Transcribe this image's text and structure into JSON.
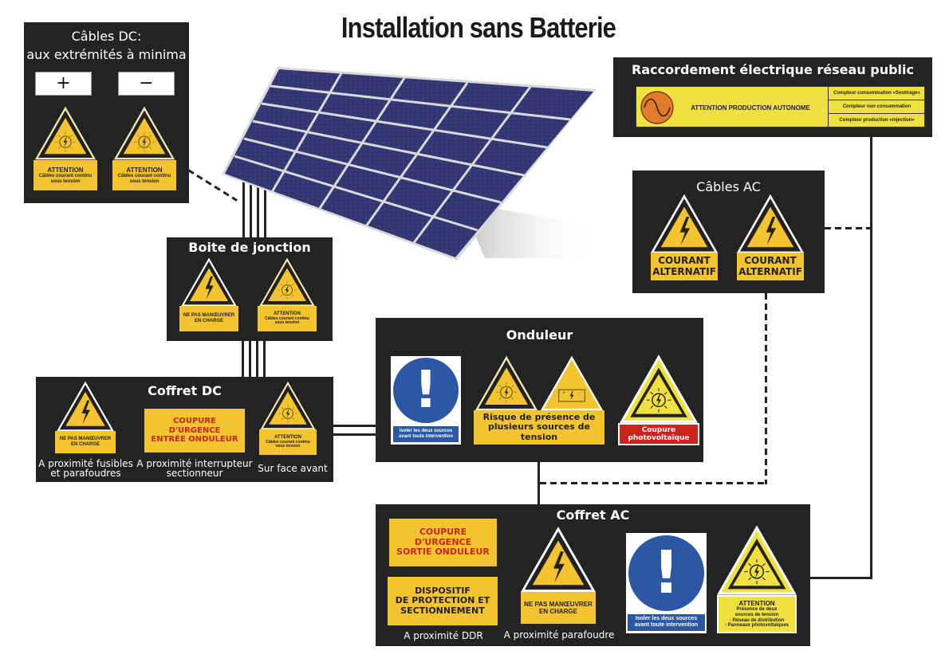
{
  "title": "Installation sans Batterie",
  "colors": {
    "box_background": "#232323",
    "sign_yellow": "#f4c430",
    "meter_yellow": "#f0e041",
    "mandatory_blue": "#2c57a5",
    "alert_red": "#c8261c",
    "solar_panel_blue": "#3a3f7a"
  },
  "solar_panel": {
    "icon": "solar-panel-image",
    "columns": 5,
    "rows": 6
  },
  "cables_dc": {
    "title_line1": "Câbles DC:",
    "title_line2": "aux extrémités à minima",
    "polarity_plus": "+",
    "polarity_minus": "−",
    "signs": [
      {
        "icon": "photovoltaic-warning-icon",
        "label_title": "ATTENTION",
        "label_line1": "Câbles courant continu",
        "label_line2": "sous tension"
      },
      {
        "icon": "photovoltaic-warning-icon",
        "label_title": "ATTENTION",
        "label_line1": "Câbles courant continu",
        "label_line2": "sous tension"
      }
    ]
  },
  "raccordement": {
    "title": "Raccordement électrique réseau public",
    "icon": "ac-sine-circle-icon",
    "main_label": "ATTENTION PRODUCTION AUTONOME",
    "meters": [
      "Compteur consommation «Soutirage»",
      "Compteur non consommation",
      "Compteur production «injection»"
    ]
  },
  "cables_ac": {
    "title": "Câbles AC",
    "signs": [
      {
        "icon": "high-voltage-icon",
        "line1": "COURANT",
        "line2": "ALTERNATIF"
      },
      {
        "icon": "high-voltage-icon",
        "line1": "COURANT",
        "line2": "ALTERNATIF"
      }
    ]
  },
  "boite_jonction": {
    "title": "Boite de jonction",
    "signs": [
      {
        "icon": "high-voltage-icon",
        "line1": "NE PAS MANŒUVRER",
        "line2": "EN CHARGE"
      },
      {
        "icon": "photovoltaic-warning-icon",
        "label_title": "ATTENTION",
        "label_line1": "Câbles courant continu",
        "label_line2": "sous tension"
      }
    ]
  },
  "coffret_dc": {
    "title": "Coffret DC",
    "sign_left": {
      "icon": "high-voltage-icon",
      "line1": "NE PAS MANŒUVRER",
      "line2": "EN CHARGE"
    },
    "plate_center": {
      "line1": "COUPURE",
      "line2": "D'URGENCE",
      "line3": "ENTRÉE ONDULEUR"
    },
    "sign_right": {
      "icon": "photovoltaic-warning-icon",
      "label_title": "ATTENTION",
      "label_line1": "Câbles courant continu",
      "label_line2": "sous tension"
    },
    "captions": [
      {
        "line1": "A proximité fusibles",
        "line2": "et parafoudres"
      },
      {
        "line1": "A proximité interrupteur",
        "line2": "sectionneur"
      },
      {
        "line1": "Sur face avant",
        "line2": ""
      }
    ]
  },
  "onduleur": {
    "title": "Onduleur",
    "mandatory": {
      "icon": "exclamation-mandatory-icon",
      "line1": "Isoler les deux sources",
      "line2": "avant toute intervention"
    },
    "multi_source": {
      "icon_left": "photovoltaic-warning-icon",
      "icon_right": "battery-warning-icon",
      "line1": "Risque de présence de",
      "line2": "plusieurs sources de",
      "line3": "tension"
    },
    "pv_cutoff": {
      "icon": "photovoltaic-warning-icon",
      "line1": "Coupure",
      "line2": "photovoltaïque"
    }
  },
  "coffret_ac": {
    "title": "Coffret AC",
    "plate_cutoff": {
      "line1": "COUPURE",
      "line2": "D'URGENCE",
      "line3": "SORTIE ONDULEUR"
    },
    "plate_protection": {
      "line1": "DISPOSITIF",
      "line2": "DE PROTECTION ET",
      "line3": "SECTIONNEMENT"
    },
    "sign_voltage": {
      "icon": "high-voltage-icon",
      "line1": "NE PAS MANŒUVRER",
      "line2": "EN CHARGE"
    },
    "mandatory": {
      "icon": "exclamation-mandatory-icon",
      "line1": "Isoler les deux sources",
      "line2": "avant toute intervention"
    },
    "sign_attention": {
      "icon": "photovoltaic-warning-icon",
      "title": "ATTENTION",
      "line1": "Présence de deux",
      "line2": "sources de tension",
      "line3": "- Réseau de distribution",
      "line4": "- Panneaux photovoltaïques"
    },
    "captions": [
      {
        "line1": "A proximité DDR"
      },
      {
        "line1": "A proximité parafoudre"
      }
    ]
  }
}
